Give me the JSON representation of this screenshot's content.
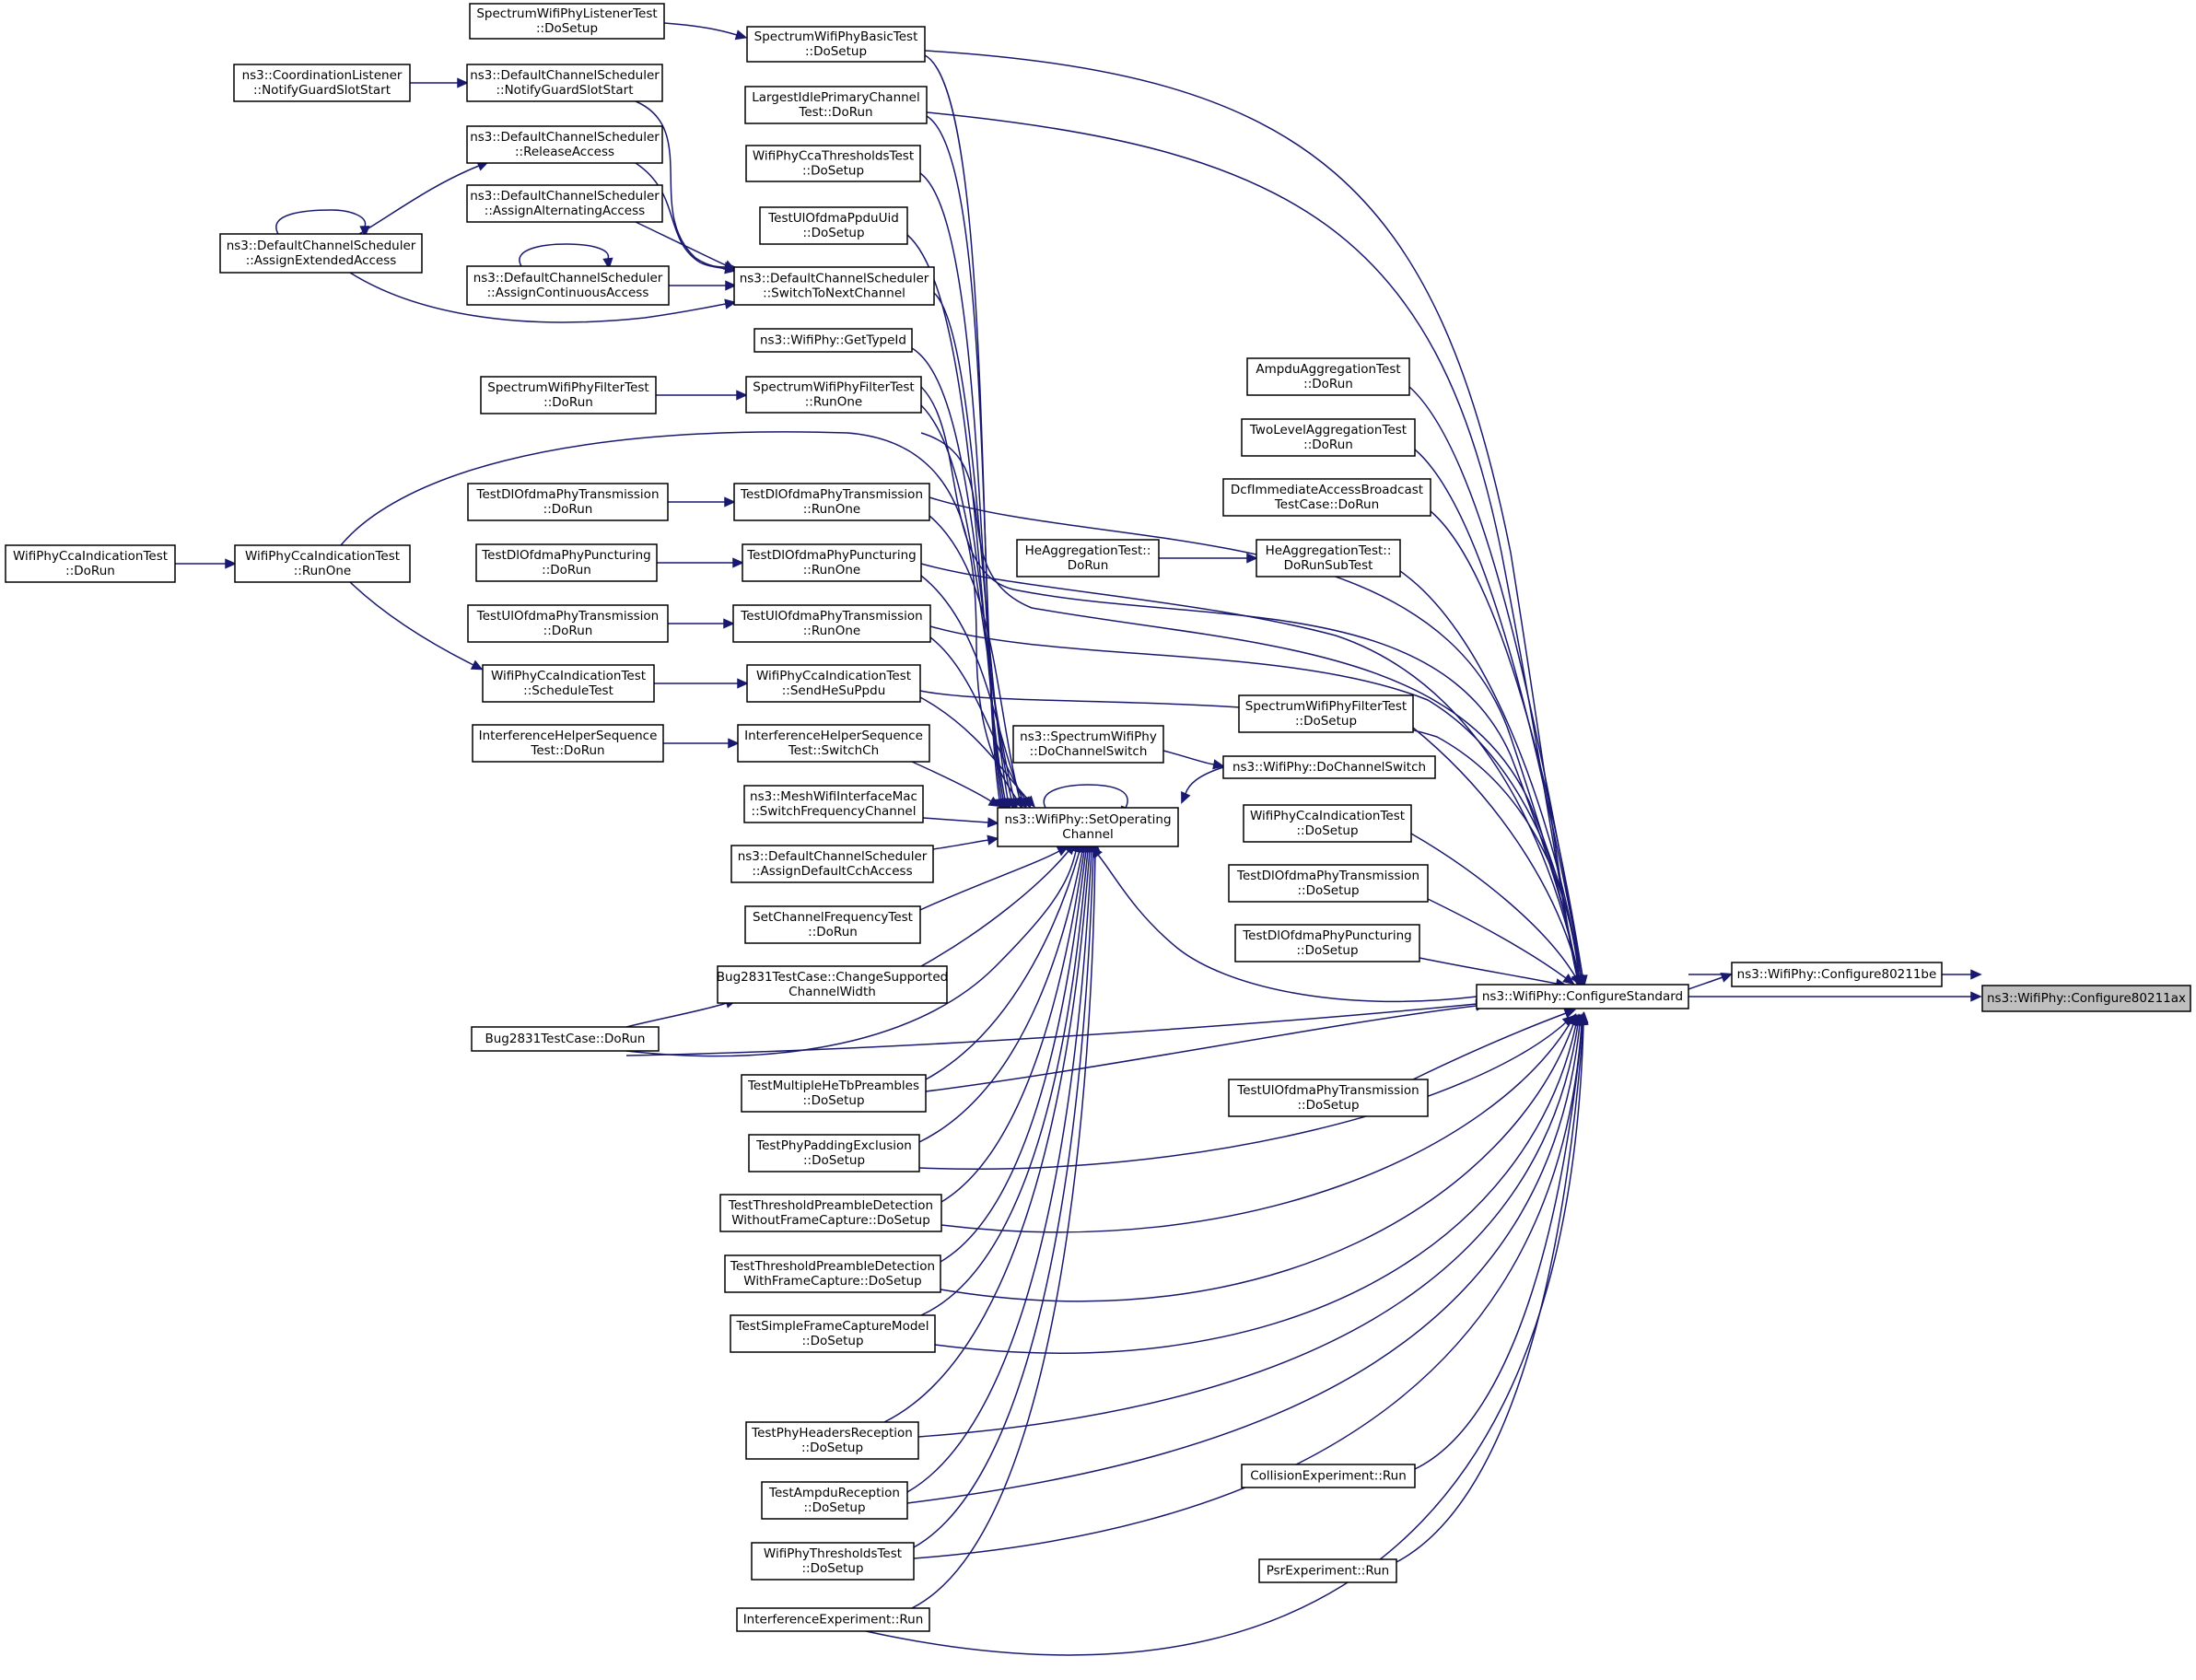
{
  "title": "",
  "root": "ns3::WifiPhy::Configure80211ax",
  "nodes": [
    {
      "id": "configure80211ax",
      "lines": [
        "ns3::WifiPhy::Configure80211ax"
      ],
      "root": true
    },
    {
      "id": "configure80211be",
      "lines": [
        "ns3::WifiPhy::Configure80211be"
      ]
    },
    {
      "id": "configureStandard",
      "lines": [
        "ns3::WifiPhy::ConfigureStandard"
      ]
    },
    {
      "id": "setOperatingChannel",
      "lines": [
        "ns3::WifiPhy::SetOperating",
        "Channel"
      ]
    },
    {
      "id": "doChannelSwitch",
      "lines": [
        "ns3::WifiPhy::DoChannelSwitch"
      ]
    },
    {
      "id": "spectrumDoChannelSwitch",
      "lines": [
        "ns3::SpectrumWifiPhy",
        "::DoChannelSwitch"
      ]
    },
    {
      "id": "spectrumBasicDoSetup",
      "lines": [
        "SpectrumWifiPhyBasicTest",
        "::DoSetup"
      ]
    },
    {
      "id": "spectrumListenerDoSetup",
      "lines": [
        "SpectrumWifiPhyListenerTest",
        "::DoSetup"
      ]
    },
    {
      "id": "largestIdleDoRun",
      "lines": [
        "LargestIdlePrimaryChannel",
        "Test::DoRun"
      ]
    },
    {
      "id": "ccaThresholdsDoSetup",
      "lines": [
        "WifiPhyCcaThresholdsTest",
        "::DoSetup"
      ]
    },
    {
      "id": "ulOfdmaPpduUidDoSetup",
      "lines": [
        "TestUlOfdmaPpduUid",
        "::DoSetup"
      ]
    },
    {
      "id": "switchToNextChannel",
      "lines": [
        "ns3::DefaultChannelScheduler",
        "::SwitchToNextChannel"
      ]
    },
    {
      "id": "notifyGuardSlotStartSched",
      "lines": [
        "ns3::DefaultChannelScheduler",
        "::NotifyGuardSlotStart"
      ]
    },
    {
      "id": "coordNotifyGuardSlotStart",
      "lines": [
        "ns3::CoordinationListener",
        "::NotifyGuardSlotStart"
      ]
    },
    {
      "id": "releaseAccess",
      "lines": [
        "ns3::DefaultChannelScheduler",
        "::ReleaseAccess"
      ]
    },
    {
      "id": "assignAlternatingAccess",
      "lines": [
        "ns3::DefaultChannelScheduler",
        "::AssignAlternatingAccess"
      ]
    },
    {
      "id": "assignExtendedAccess",
      "lines": [
        "ns3::DefaultChannelScheduler",
        "::AssignExtendedAccess"
      ]
    },
    {
      "id": "assignContinuousAccess",
      "lines": [
        "ns3::DefaultChannelScheduler",
        "::AssignContinuousAccess"
      ]
    },
    {
      "id": "getTypeId",
      "lines": [
        "ns3::WifiPhy::GetTypeId"
      ]
    },
    {
      "id": "filterRunOne",
      "lines": [
        "SpectrumWifiPhyFilterTest",
        "::RunOne"
      ]
    },
    {
      "id": "filterDoRun",
      "lines": [
        "SpectrumWifiPhyFilterTest",
        "::DoRun"
      ]
    },
    {
      "id": "ccaIndRunOne",
      "lines": [
        "WifiPhyCcaIndicationTest",
        "::RunOne"
      ]
    },
    {
      "id": "ccaIndDoRun",
      "lines": [
        "WifiPhyCcaIndicationTest",
        "::DoRun"
      ]
    },
    {
      "id": "dlTxRunOne",
      "lines": [
        "TestDlOfdmaPhyTransmission",
        "::RunOne"
      ]
    },
    {
      "id": "dlTxDoRun",
      "lines": [
        "TestDlOfdmaPhyTransmission",
        "::DoRun"
      ]
    },
    {
      "id": "dlPuncRunOne",
      "lines": [
        "TestDlOfdmaPhyPuncturing",
        "::RunOne"
      ]
    },
    {
      "id": "dlPuncDoRun",
      "lines": [
        "TestDlOfdmaPhyPuncturing",
        "::DoRun"
      ]
    },
    {
      "id": "ulTxRunOne",
      "lines": [
        "TestUlOfdmaPhyTransmission",
        "::RunOne"
      ]
    },
    {
      "id": "ulTxDoRun",
      "lines": [
        "TestUlOfdmaPhyTransmission",
        "::DoRun"
      ]
    },
    {
      "id": "ccaIndSendHeSuPpdu",
      "lines": [
        "WifiPhyCcaIndicationTest",
        "::SendHeSuPpdu"
      ]
    },
    {
      "id": "ccaIndScheduleTest",
      "lines": [
        "WifiPhyCcaIndicationTest",
        "::ScheduleTest"
      ]
    },
    {
      "id": "interfSwitchCh",
      "lines": [
        "InterferenceHelperSequence",
        "Test::SwitchCh"
      ]
    },
    {
      "id": "interfDoRun",
      "lines": [
        "InterferenceHelperSequence",
        "Test::DoRun"
      ]
    },
    {
      "id": "meshSwitchFreq",
      "lines": [
        "ns3::MeshWifiInterfaceMac",
        "::SwitchFrequencyChannel"
      ]
    },
    {
      "id": "assignDefaultCch",
      "lines": [
        "ns3::DefaultChannelScheduler",
        "::AssignDefaultCchAccess"
      ]
    },
    {
      "id": "setChannelFreqDoRun",
      "lines": [
        "SetChannelFrequencyTest",
        "::DoRun"
      ]
    },
    {
      "id": "bug2831Change",
      "lines": [
        "Bug2831TestCase::ChangeSupported",
        "ChannelWidth"
      ]
    },
    {
      "id": "bug2831DoRun",
      "lines": [
        "Bug2831TestCase::DoRun"
      ]
    },
    {
      "id": "multiHeTbDoSetup",
      "lines": [
        "TestMultipleHeTbPreambles",
        "::DoSetup"
      ]
    },
    {
      "id": "paddingDoSetup",
      "lines": [
        "TestPhyPaddingExclusion",
        "::DoSetup"
      ]
    },
    {
      "id": "threshWithoutDoSetup",
      "lines": [
        "TestThresholdPreambleDetection",
        "WithoutFrameCapture::DoSetup"
      ]
    },
    {
      "id": "threshWithDoSetup",
      "lines": [
        "TestThresholdPreambleDetection",
        "WithFrameCapture::DoSetup"
      ]
    },
    {
      "id": "simpleFcDoSetup",
      "lines": [
        "TestSimpleFrameCaptureModel",
        "::DoSetup"
      ]
    },
    {
      "id": "headersDoSetup",
      "lines": [
        "TestPhyHeadersReception",
        "::DoSetup"
      ]
    },
    {
      "id": "ampduRxDoSetup",
      "lines": [
        "TestAmpduReception",
        "::DoSetup"
      ]
    },
    {
      "id": "thresholdsDoSetup",
      "lines": [
        "WifiPhyThresholdsTest",
        "::DoSetup"
      ]
    },
    {
      "id": "interfExpRun",
      "lines": [
        "InterferenceExperiment::Run"
      ]
    },
    {
      "id": "ampduAggDoRun",
      "lines": [
        "AmpduAggregationTest",
        "::DoRun"
      ]
    },
    {
      "id": "twoLevelDoRun",
      "lines": [
        "TwoLevelAggregationTest",
        "::DoRun"
      ]
    },
    {
      "id": "dcfImmDoRun",
      "lines": [
        "DcfImmediateAccessBroadcast",
        "TestCase::DoRun"
      ]
    },
    {
      "id": "heAggDoRunSubTest",
      "lines": [
        "HeAggregationTest::",
        "DoRunSubTest"
      ]
    },
    {
      "id": "heAggDoRun",
      "lines": [
        "HeAggregationTest::",
        "DoRun"
      ]
    },
    {
      "id": "filterDoSetup",
      "lines": [
        "SpectrumWifiPhyFilterTest",
        "::DoSetup"
      ]
    },
    {
      "id": "ccaIndDoSetup",
      "lines": [
        "WifiPhyCcaIndicationTest",
        "::DoSetup"
      ]
    },
    {
      "id": "dlTxDoSetup",
      "lines": [
        "TestDlOfdmaPhyTransmission",
        "::DoSetup"
      ]
    },
    {
      "id": "dlPuncDoSetup",
      "lines": [
        "TestDlOfdmaPhyPuncturing",
        "::DoSetup"
      ]
    },
    {
      "id": "ulTxDoSetup",
      "lines": [
        "TestUlOfdmaPhyTransmission",
        "::DoSetup"
      ]
    },
    {
      "id": "collisionRun",
      "lines": [
        "CollisionExperiment::Run"
      ]
    },
    {
      "id": "psrRun",
      "lines": [
        "PsrExperiment::Run"
      ]
    }
  ],
  "edges": [
    [
      "configure80211be",
      "configure80211ax"
    ],
    [
      "configureStandard",
      "configure80211ax"
    ],
    [
      "configureStandard",
      "configure80211be"
    ],
    [
      "setOperatingChannel",
      "configureStandard"
    ],
    [
      "setOperatingChannel",
      "setOperatingChannel"
    ],
    [
      "doChannelSwitch",
      "setOperatingChannel"
    ],
    [
      "spectrumDoChannelSwitch",
      "doChannelSwitch"
    ],
    [
      "spectrumBasicDoSetup",
      "configureStandard"
    ],
    [
      "spectrumBasicDoSetup",
      "setOperatingChannel"
    ],
    [
      "spectrumListenerDoSetup",
      "spectrumBasicDoSetup"
    ],
    [
      "largestIdleDoRun",
      "configureStandard"
    ],
    [
      "largestIdleDoRun",
      "setOperatingChannel"
    ],
    [
      "ccaThresholdsDoSetup",
      "setOperatingChannel"
    ],
    [
      "ulOfdmaPpduUidDoSetup",
      "setOperatingChannel"
    ],
    [
      "switchToNextChannel",
      "setOperatingChannel"
    ],
    [
      "notifyGuardSlotStartSched",
      "switchToNextChannel"
    ],
    [
      "coordNotifyGuardSlotStart",
      "notifyGuardSlotStartSched"
    ],
    [
      "releaseAccess",
      "switchToNextChannel"
    ],
    [
      "assignExtendedAccess",
      "releaseAccess"
    ],
    [
      "assignExtendedAccess",
      "assignExtendedAccess"
    ],
    [
      "assignExtendedAccess",
      "switchToNextChannel"
    ],
    [
      "assignAlternatingAccess",
      "switchToNextChannel"
    ],
    [
      "assignContinuousAccess",
      "switchToNextChannel"
    ],
    [
      "assignContinuousAccess",
      "assignContinuousAccess"
    ],
    [
      "getTypeId",
      "setOperatingChannel"
    ],
    [
      "filterRunOne",
      "setOperatingChannel"
    ],
    [
      "filterDoRun",
      "filterRunOne"
    ],
    [
      "ccaIndRunOne",
      "setOperatingChannel"
    ],
    [
      "ccaIndDoRun",
      "ccaIndRunOne"
    ],
    [
      "ccaIndRunOne",
      "ccaIndScheduleTest"
    ],
    [
      "dlTxRunOne",
      "setOperatingChannel"
    ],
    [
      "dlTxDoRun",
      "dlTxRunOne"
    ],
    [
      "dlPuncRunOne",
      "setOperatingChannel"
    ],
    [
      "dlPuncDoRun",
      "dlPuncRunOne"
    ],
    [
      "ulTxRunOne",
      "setOperatingChannel"
    ],
    [
      "ulTxDoRun",
      "ulTxRunOne"
    ],
    [
      "ccaIndSendHeSuPpdu",
      "setOperatingChannel"
    ],
    [
      "ccaIndScheduleTest",
      "ccaIndSendHeSuPpdu"
    ],
    [
      "interfSwitchCh",
      "setOperatingChannel"
    ],
    [
      "interfDoRun",
      "interfSwitchCh"
    ],
    [
      "meshSwitchFreq",
      "setOperatingChannel"
    ],
    [
      "assignDefaultCch",
      "setOperatingChannel"
    ],
    [
      "setChannelFreqDoRun",
      "setOperatingChannel"
    ],
    [
      "bug2831Change",
      "setOperatingChannel"
    ],
    [
      "bug2831DoRun",
      "bug2831Change"
    ],
    [
      "bug2831DoRun",
      "setOperatingChannel"
    ],
    [
      "bug2831DoRun",
      "configureStandard"
    ],
    [
      "multiHeTbDoSetup",
      "setOperatingChannel"
    ],
    [
      "multiHeTbDoSetup",
      "configureStandard"
    ],
    [
      "paddingDoSetup",
      "setOperatingChannel"
    ],
    [
      "paddingDoSetup",
      "configureStandard"
    ],
    [
      "threshWithoutDoSetup",
      "setOperatingChannel"
    ],
    [
      "threshWithoutDoSetup",
      "configureStandard"
    ],
    [
      "threshWithDoSetup",
      "setOperatingChannel"
    ],
    [
      "threshWithDoSetup",
      "configureStandard"
    ],
    [
      "simpleFcDoSetup",
      "setOperatingChannel"
    ],
    [
      "simpleFcDoSetup",
      "configureStandard"
    ],
    [
      "headersDoSetup",
      "setOperatingChannel"
    ],
    [
      "headersDoSetup",
      "configureStandard"
    ],
    [
      "ampduRxDoSetup",
      "setOperatingChannel"
    ],
    [
      "ampduRxDoSetup",
      "configureStandard"
    ],
    [
      "thresholdsDoSetup",
      "setOperatingChannel"
    ],
    [
      "thresholdsDoSetup",
      "configureStandard"
    ],
    [
      "interfExpRun",
      "setOperatingChannel"
    ],
    [
      "interfExpRun",
      "configureStandard"
    ],
    [
      "ampduAggDoRun",
      "configureStandard"
    ],
    [
      "twoLevelDoRun",
      "configureStandard"
    ],
    [
      "dcfImmDoRun",
      "configureStandard"
    ],
    [
      "heAggDoRunSubTest",
      "configureStandard"
    ],
    [
      "heAggDoRun",
      "heAggDoRunSubTest"
    ],
    [
      "filterDoSetup",
      "configureStandard"
    ],
    [
      "ccaIndDoSetup",
      "configureStandard"
    ],
    [
      "dlTxDoSetup",
      "configureStandard"
    ],
    [
      "dlPuncDoSetup",
      "configureStandard"
    ],
    [
      "ulTxDoSetup",
      "configureStandard"
    ],
    [
      "collisionRun",
      "configureStandard"
    ],
    [
      "psrRun",
      "configureStandard"
    ],
    [
      "dlTxRunOne",
      "configureStandard"
    ],
    [
      "filterRunOne",
      "configureStandard"
    ],
    [
      "ccaIndRunOne",
      "configureStandard"
    ],
    [
      "dlPuncRunOne",
      "configureStandard"
    ],
    [
      "ulTxRunOne",
      "configureStandard"
    ],
    [
      "ccaIndSendHeSuPpdu",
      "configureStandard"
    ]
  ],
  "colors": {
    "edge": "#191970",
    "root_fill": "#bfbfbf",
    "node_fill": "#ffffff",
    "node_border": "#000000"
  }
}
